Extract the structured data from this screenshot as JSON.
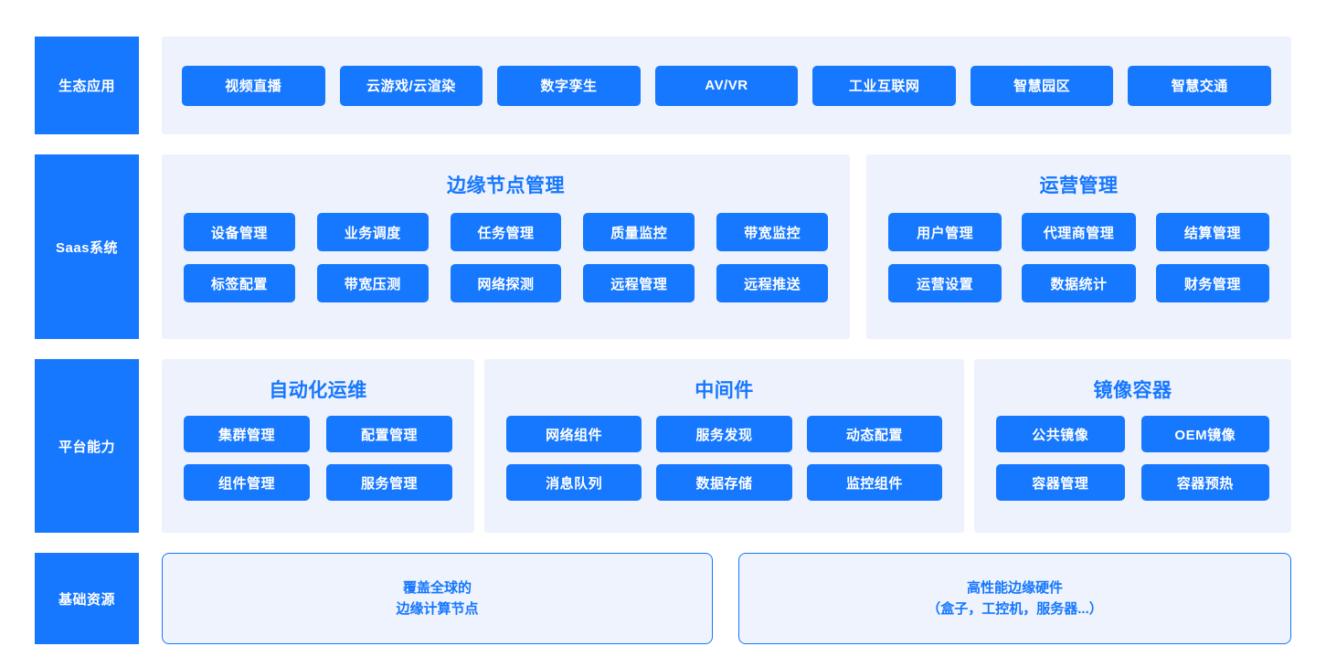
{
  "layers": [
    {
      "label": "生态应用"
    },
    {
      "label": "Saas系统"
    },
    {
      "label": "平台能力"
    },
    {
      "label": "基础资源"
    }
  ],
  "ecosystem": {
    "items": [
      {
        "label": "视频直播"
      },
      {
        "label": "云游戏/云渲染"
      },
      {
        "label": "数字孪生"
      },
      {
        "label": "AV/VR"
      },
      {
        "label": "工业互联网"
      },
      {
        "label": "智慧园区"
      },
      {
        "label": "智慧交通"
      }
    ]
  },
  "saas": {
    "edge_node": {
      "title": "边缘节点管理",
      "items": [
        {
          "label": "设备管理"
        },
        {
          "label": "业务调度"
        },
        {
          "label": "任务管理"
        },
        {
          "label": "质量监控"
        },
        {
          "label": "带宽监控"
        },
        {
          "label": "标签配置"
        },
        {
          "label": "带宽压测"
        },
        {
          "label": "网络探测"
        },
        {
          "label": "远程管理"
        },
        {
          "label": "远程推送"
        }
      ]
    },
    "operations": {
      "title": "运营管理",
      "items": [
        {
          "label": "用户管理"
        },
        {
          "label": "代理商管理"
        },
        {
          "label": "结算管理"
        },
        {
          "label": "运营设置"
        },
        {
          "label": "数据统计"
        },
        {
          "label": "财务管理"
        }
      ]
    }
  },
  "platform": {
    "automation": {
      "title": "自动化运维",
      "items": [
        {
          "label": "集群管理"
        },
        {
          "label": "配置管理"
        },
        {
          "label": "组件管理"
        },
        {
          "label": "服务管理"
        }
      ]
    },
    "middleware": {
      "title": "中间件",
      "items": [
        {
          "label": "网络组件"
        },
        {
          "label": "服务发现"
        },
        {
          "label": "动态配置"
        },
        {
          "label": "消息队列"
        },
        {
          "label": "数据存储"
        },
        {
          "label": "监控组件"
        }
      ]
    },
    "image_container": {
      "title": "镜像容器",
      "items": [
        {
          "label": "公共镜像"
        },
        {
          "label": "OEM镜像"
        },
        {
          "label": "容器管理"
        },
        {
          "label": "容器预热"
        }
      ]
    }
  },
  "base_resources": {
    "cards": [
      {
        "text": "覆盖全球的\n边缘计算节点"
      },
      {
        "text": "高性能边缘硬件\n（盒子，工控机，服务器...）"
      }
    ]
  },
  "colors": {
    "primary_blue": "#1677ff",
    "panel_bg": "#eef2fc",
    "card_bg": "#eef3fd",
    "white": "#ffffff"
  }
}
